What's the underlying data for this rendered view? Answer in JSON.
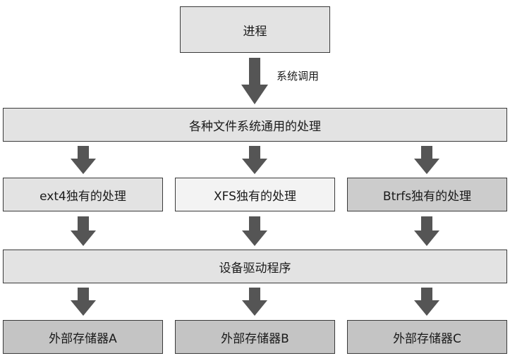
{
  "process": {
    "label": "进程",
    "color": "#e3e3e3"
  },
  "syscall": {
    "label": "系统调用"
  },
  "common_vfs": {
    "label": "各种文件系统通用的处理",
    "color": "#e3e3e3"
  },
  "fs_specific": [
    {
      "label": "ext4独有的处理",
      "color": "#e3e3e3"
    },
    {
      "label": "XFS独有的处理",
      "color": "#f3f3f3"
    },
    {
      "label": "Btrfs独有的处理",
      "color": "#cccccc"
    }
  ],
  "device_driver": {
    "label": "设备驱动程序",
    "color": "#e3e3e3"
  },
  "storage": [
    {
      "label": "外部存储器A",
      "color": "#c4c4c4"
    },
    {
      "label": "外部存储器B",
      "color": "#c4c4c4"
    },
    {
      "label": "外部存储器C",
      "color": "#c4c4c4"
    }
  ],
  "arrow_color": "#555555"
}
